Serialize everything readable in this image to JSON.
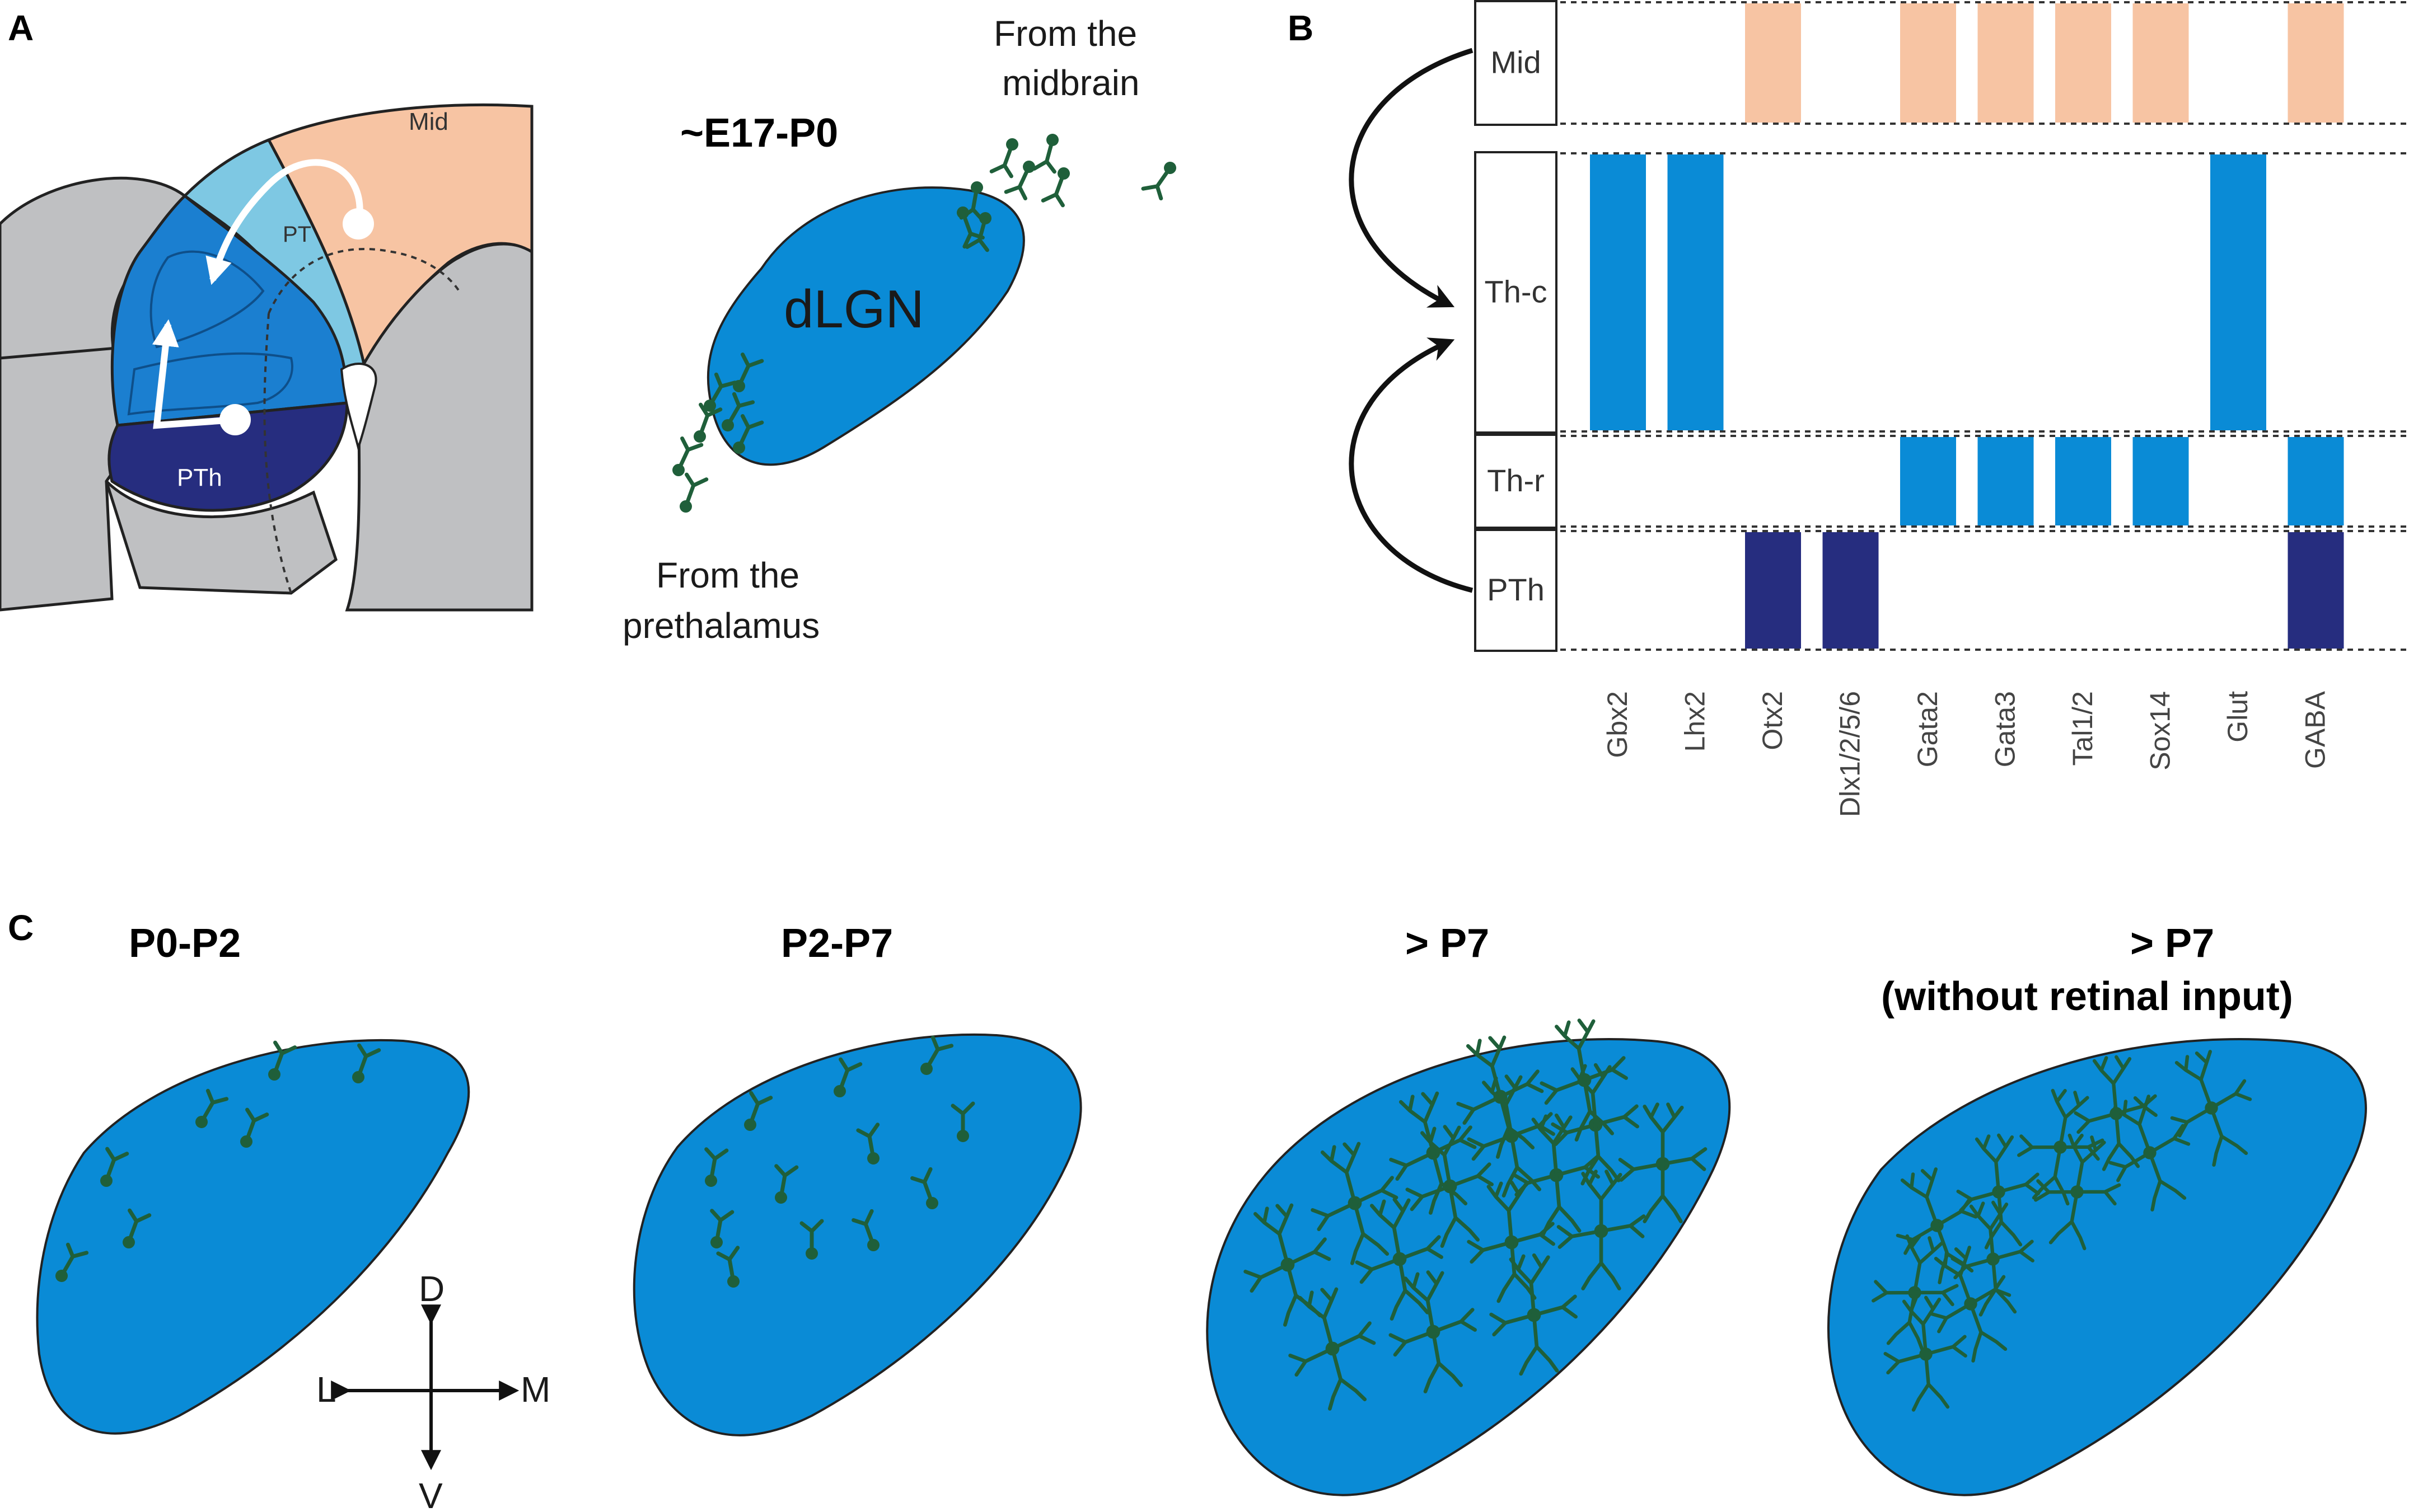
{
  "panel_a": {
    "label": "A",
    "region_labels": {
      "mid": "Mid",
      "pt": "PT",
      "pth": "PTh"
    },
    "stage": "~E17-P0",
    "dlgn_label": "dLGN",
    "from_midbrain": [
      "From the",
      "midbrain"
    ],
    "from_prethalamus": [
      "From the",
      "prethalamus"
    ]
  },
  "panel_b": {
    "label": "B",
    "rows": [
      "Mid",
      "Th-c",
      "Th-r",
      "PTh"
    ],
    "genes": [
      "Gbx2",
      "Lhx2",
      "Otx2",
      "Dlx1/2/5/6",
      "Gata2",
      "Gata3",
      "Tal1/2",
      "Sox14",
      "Glut",
      "GABA"
    ],
    "expression": {
      "Mid": [
        "Otx2",
        "Gata2",
        "Gata3",
        "Tal1/2",
        "Sox14",
        "GABA"
      ],
      "Th-c": [
        "Gbx2",
        "Lhx2",
        "Glut"
      ],
      "Th-r": [
        "Gata2",
        "Gata3",
        "Tal1/2",
        "Sox14",
        "GABA"
      ],
      "PTh": [
        "Otx2",
        "Dlx1/2/5/6",
        "GABA"
      ]
    },
    "colors": {
      "Mid": "#f7c4a3",
      "Th-c": "#0a8bd6",
      "Th-r": "#0a8bd6",
      "PTh": "#262d7f"
    }
  },
  "panel_c": {
    "label": "C",
    "stages": [
      {
        "title": [
          "P0-P2"
        ]
      },
      {
        "title": [
          "P2-P7"
        ]
      },
      {
        "title": [
          "> P7"
        ]
      },
      {
        "title": [
          "> P7",
          "(without retinal input)"
        ]
      }
    ],
    "compass": {
      "d": "D",
      "v": "V",
      "l": "L",
      "m": "M"
    }
  },
  "colors": {
    "dlgn_blue": "#0a8bd6",
    "thalamus_light": "#7ec8e3",
    "thalamus_mid": "#1b7fd0",
    "prethalamus": "#262d7f",
    "midbrain": "#f7c4a3",
    "tissue_gray": "#bfc0c2",
    "neuron_green": "#1f5f3a"
  }
}
